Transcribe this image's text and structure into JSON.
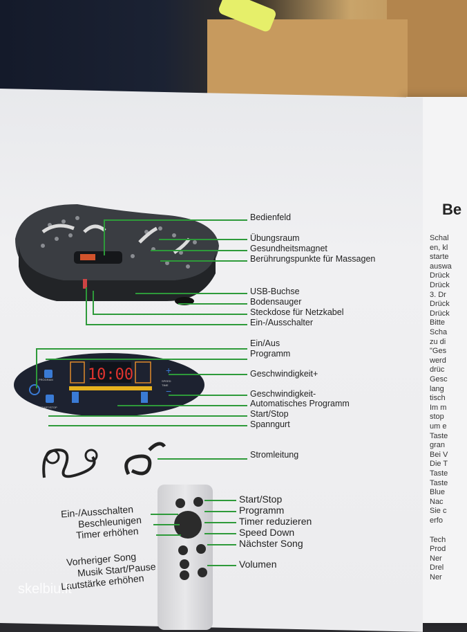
{
  "manual": {
    "labels_device": [
      "Bedienfeld",
      "Übungsraum",
      "Gesundheitsmagnet",
      "Berührungspunkte für Massagen",
      "USB-Buchse",
      "Bodensauger",
      "Steckdose für Netzkabel",
      "Ein-/Ausschalter"
    ],
    "labels_panel": [
      "Ein/Aus",
      "Programm",
      "Geschwindigkeit+",
      "Geschwindigkeit-",
      "Automatisches Programm",
      "Start/Stop",
      "Spanngurt",
      "Stromleitung"
    ],
    "remote_left": [
      "Ein-/Ausschalten",
      "Beschleunigen",
      "Timer erhöhen",
      "Vorheriger Song",
      "Musik Start/Pause",
      "Lautstärke erhöhen"
    ],
    "remote_right": [
      "Start/Stop",
      "Programm",
      "Timer reduzieren",
      "Speed Down",
      "Nächster Song",
      "Volumen"
    ],
    "panel_display": "10:00",
    "panel_small_labels": [
      "PROGRAM",
      "START/STOP",
      "SPEED",
      "TIME"
    ],
    "right_page_heading": "Be",
    "right_page_fragments": [
      "Schal",
      "en, kl",
      "starte",
      "auswa",
      "Drück",
      "Drück",
      "3. Dr",
      "Drück",
      "Drück",
      "Bitte",
      "Scha",
      "zu di",
      "\"Ges",
      "werd",
      "drüc",
      "Gesc",
      "lang",
      "tisch",
      "Im m",
      "stop",
      "um e",
      "Taste",
      "gran",
      "Bei V",
      "Die T",
      "Taste",
      "Taste",
      "Blue",
      "Nac",
      "Sie c",
      "erfo",
      "Tech",
      "Prod",
      "Ner",
      "Drel",
      "Ner"
    ],
    "watermark": "skelbiu.lt",
    "accent_green": "#2e9a3a"
  }
}
